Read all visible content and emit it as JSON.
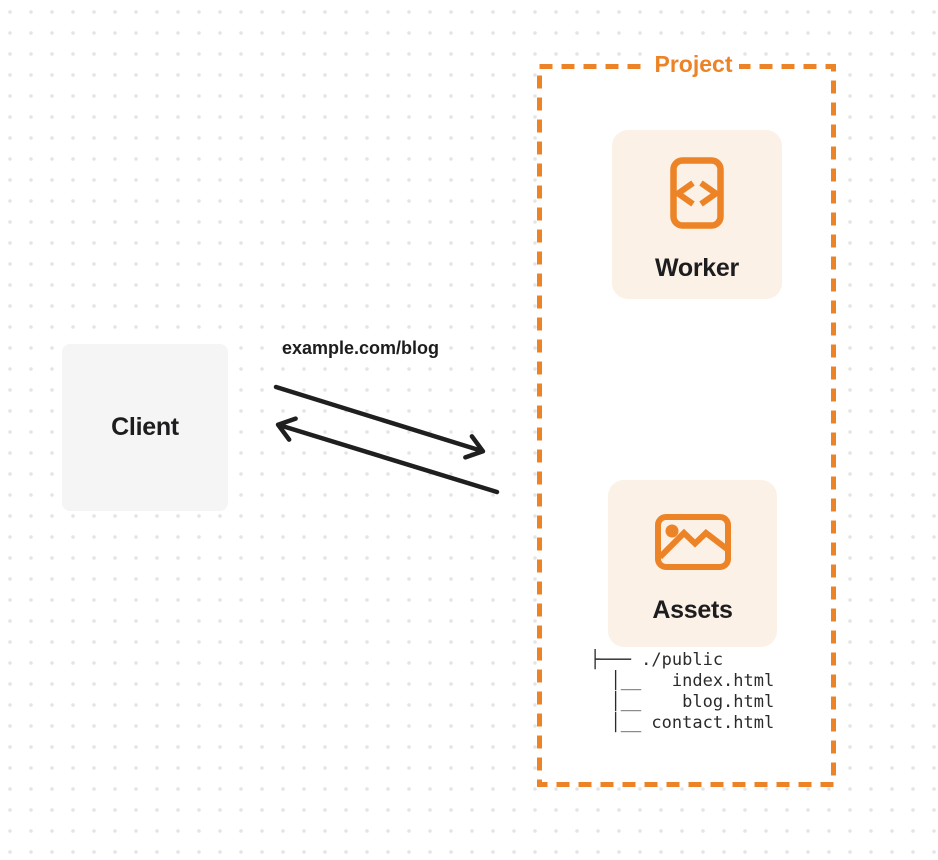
{
  "client": {
    "label": "Client"
  },
  "request": {
    "label": "example.com/blog"
  },
  "project": {
    "label": "Project",
    "worker": {
      "label": "Worker",
      "icon": "code-file-icon"
    },
    "assets": {
      "label": "Assets",
      "icon": "image-icon",
      "file_tree": "├─── ./public\n  │__   index.html\n  │__    blog.html\n  │__ contact.html"
    }
  },
  "colors": {
    "accent_orange": "#ed8327",
    "card_background": "#fbf1e6",
    "client_background": "#f5f5f6",
    "arrow_black": "#1f1f1f",
    "dot_grid": "#e4e4e7"
  }
}
